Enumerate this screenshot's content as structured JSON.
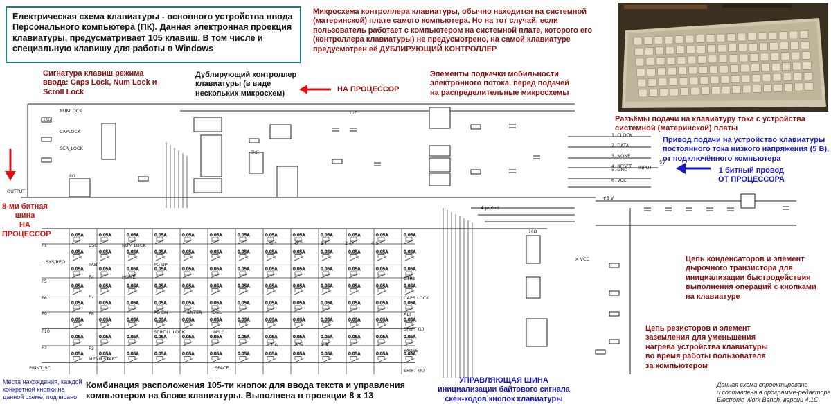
{
  "title_box": "Електрическая схема клавиатуры - основного устройства ввода Персонального компьютера (ПК). Данная электронная проекция клавиатуры, предусматривает 105 клавиш. В том числе и специальную клавишу для работы в Windows",
  "annotations": {
    "controller": "Микросхема контроллера клавиатуры, обычно находится на системной (материнской) плате самого компьютера. Но на тот случай, если пользователь работает с компьютером на системной плате, которого его (контроллера клавиатуры) не предусмотрено, на самой клавиатуре предусмотрен её ДУБЛИРУЮЩИЙ КОНТРОЛЛЕР",
    "signature": "Сигнатура клавиш режима\nввода: Caps Lock, Num Lock и\nScroll Lock",
    "duplicate": "Дублирующий контроллер\nклавиатуры (в виде\nнескольких микросхем)",
    "to_cpu_top": "НА ПРОЦЕССОР",
    "mobility": "Элементы подкачки мобильности\nэлектронного потока, перед подачей\nна распределительные микросхемы",
    "power_conn": "Разъёмы подачи на клавиатуру тока с устройства\nсистемной (материнской) платы",
    "dc_drive": "Привод подачи на устройство клавиатуры\nпостоянного тока низкого напряжения (5 В),\nот подключённого компьютера",
    "one_bit": "1 битный провод\nОТ ПРОЦЕССОРА",
    "bus8": "8-ми битная\nшина\nНА\nПРОЦЕССОР",
    "capacitors": "Цепь конденсаторов и элемент\nдырочного транзистора для\nинициализации быстродействия\nвыполнения операций с кнопками\nна клавиатуре",
    "resistors": "Цепь резисторов и элемент\nзаземления для уменьшения\nнагрева устройства клавиатуры\nво время работы пользователя\nза компьютером",
    "combination": "Комбинация расположения 105-ти кнопок для ввода текста и управления\nкомпьютером на блоке клавиатуры. Выполнена в проекции 8 х 13",
    "control_bus": "УПРАВЛЯЮЩАЯ ШИНА\nинициализации байтового сигнала\nскен-кодов кнопок клавиатуры",
    "locations": "Места нахождения, каждой\nконкретной кнопки на\nданной схеме, подписано",
    "footer": "Данная схема спроектирована\nи составлена в программе-редакторе\nElectronic Work Bench, версии 4.1C"
  },
  "connector_pins": [
    "1. CLOCK",
    "2. DATA",
    "3. NONE",
    "4. RESET",
    "5. GND",
    "6. VCC"
  ],
  "input_label": "INPUT",
  "key_labels": [
    "ESC",
    "NUM LOCK",
    "TAB",
    "PG UP",
    "HOME",
    "PG DN",
    "ENTER",
    "DEL",
    "SCROLL LOCK",
    "INS 0",
    "MENU START",
    "SPACE",
    "CTRL",
    "CAPS LOCK",
    "ALT",
    "SHIFT (L)",
    "PAUSE",
    "SHIFT (R)",
    "PRINT_SC",
    "SYS/REQ",
    "F1",
    "F2",
    "F3",
    "F4",
    "F5",
    "F6",
    "F7",
    "F8",
    "F9",
    "F10",
    "2 @",
    "4 $",
    "1 !",
    "6 ^",
    "8 *",
    "7 &",
    "5 %",
    "3 #"
  ],
  "misc_labels": [
    "NUMLOCK",
    "CAPLOCK",
    "SCR_LOCK",
    "OUTPUT",
    "5V",
    "+5 V",
    "> VCC",
    "4 period",
    "1kΩ",
    "1uF",
    "0.05A",
    "16Ω",
    "8Ω",
    "3kΩ"
  ]
}
